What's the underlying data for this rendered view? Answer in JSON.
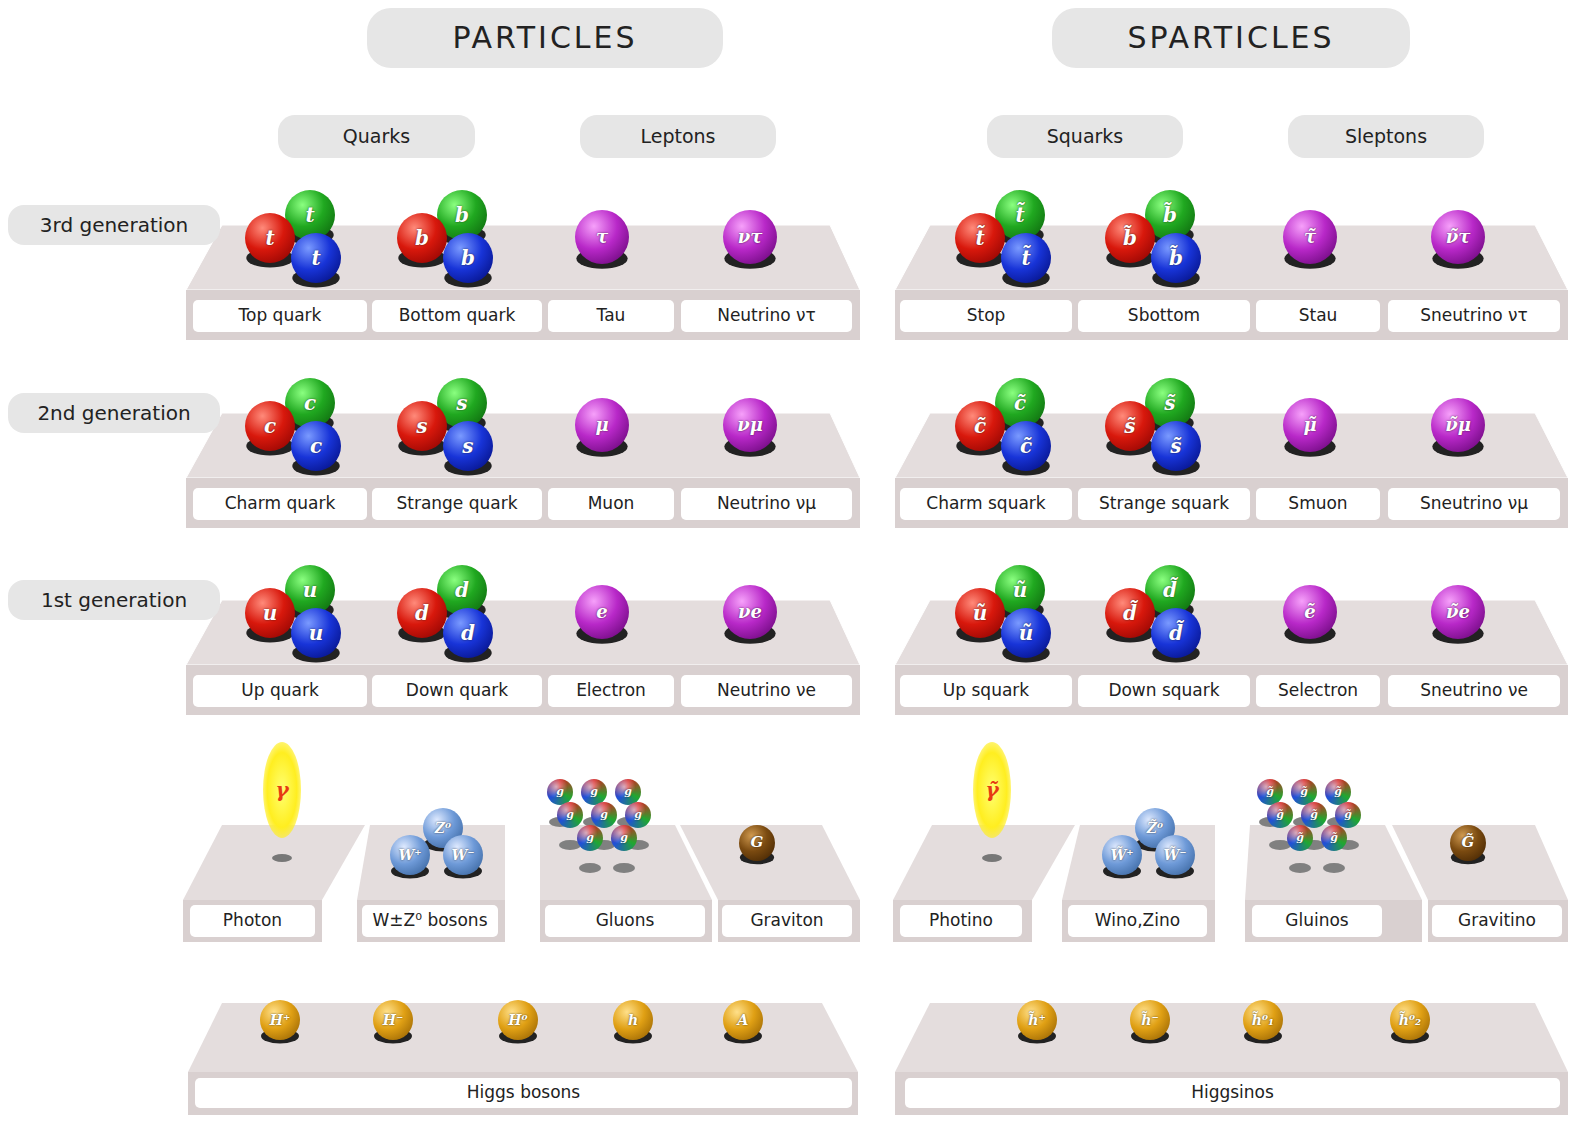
{
  "diagram": {
    "nodes": [
      {
        "text": [
          "PARTICLES"
        ]
      },
      {
        "text": [
          "SPARTICLES"
        ]
      },
      {
        "text": [
          "Quarks"
        ]
      },
      {
        "text": [
          "Leptons"
        ]
      },
      {
        "text": [
          "Squarks"
        ]
      },
      {
        "text": [
          "Sleptons"
        ]
      },
      {
        "text": [
          "3rd generation"
        ]
      },
      {
        "text": [
          "t"
        ]
      },
      {
        "text": [
          "t"
        ]
      },
      {
        "text": [
          "t"
        ]
      },
      {
        "text": [
          "b"
        ]
      },
      {
        "text": [
          "b"
        ]
      },
      {
        "text": [
          "b"
        ]
      },
      {
        "text": [
          "τ"
        ]
      },
      {
        "text": [
          "ντ"
        ]
      },
      {
        "text": [
          "t̃"
        ]
      },
      {
        "text": [
          "t̃"
        ]
      },
      {
        "text": [
          "t̃"
        ]
      },
      {
        "text": [
          "b̃"
        ]
      },
      {
        "text": [
          "b̃"
        ]
      },
      {
        "text": [
          "b̃"
        ]
      },
      {
        "text": [
          "τ̃"
        ]
      },
      {
        "text": [
          "ν̃τ"
        ]
      },
      {
        "text": [
          "Top quark"
        ]
      },
      {
        "text": [
          "Bottom quark"
        ]
      },
      {
        "text": [
          "Tau"
        ]
      },
      {
        "text": [
          "Neutrino ντ"
        ]
      },
      {
        "text": [
          "Stop"
        ]
      },
      {
        "text": [
          "Sbottom"
        ]
      },
      {
        "text": [
          "Stau"
        ]
      },
      {
        "text": [
          "Sneutrino ντ"
        ]
      },
      {
        "text": [
          "2nd generation"
        ]
      },
      {
        "text": [
          "c"
        ]
      },
      {
        "text": [
          "c"
        ]
      },
      {
        "text": [
          "c"
        ]
      },
      {
        "text": [
          "s"
        ]
      },
      {
        "text": [
          "s"
        ]
      },
      {
        "text": [
          "s"
        ]
      },
      {
        "text": [
          "μ"
        ]
      },
      {
        "text": [
          "νμ"
        ]
      },
      {
        "text": [
          "c̃"
        ]
      },
      {
        "text": [
          "c̃"
        ]
      },
      {
        "text": [
          "c̃"
        ]
      },
      {
        "text": [
          "s̃"
        ]
      },
      {
        "text": [
          "s̃"
        ]
      },
      {
        "text": [
          "s̃"
        ]
      },
      {
        "text": [
          "μ̃"
        ]
      },
      {
        "text": [
          "ν̃μ"
        ]
      },
      {
        "text": [
          "Charm quark"
        ]
      },
      {
        "text": [
          "Strange quark"
        ]
      },
      {
        "text": [
          "Muon"
        ]
      },
      {
        "text": [
          "Neutrino νμ"
        ]
      },
      {
        "text": [
          "Charm squark"
        ]
      },
      {
        "text": [
          "Strange squark"
        ]
      },
      {
        "text": [
          "Smuon"
        ]
      },
      {
        "text": [
          "Sneutrino νμ"
        ]
      },
      {
        "text": [
          "1st generation"
        ]
      },
      {
        "text": [
          "u"
        ]
      },
      {
        "text": [
          "u"
        ]
      },
      {
        "text": [
          "u"
        ]
      },
      {
        "text": [
          "d"
        ]
      },
      {
        "text": [
          "d"
        ]
      },
      {
        "text": [
          "d"
        ]
      },
      {
        "text": [
          "e"
        ]
      },
      {
        "text": [
          "νe"
        ]
      },
      {
        "text": [
          "ũ"
        ]
      },
      {
        "text": [
          "ũ"
        ]
      },
      {
        "text": [
          "ũ"
        ]
      },
      {
        "text": [
          "d̃"
        ]
      },
      {
        "text": [
          "d̃"
        ]
      },
      {
        "text": [
          "d̃"
        ]
      },
      {
        "text": [
          "ẽ"
        ]
      },
      {
        "text": [
          "ν̃e"
        ]
      },
      {
        "text": [
          "Up quark"
        ]
      },
      {
        "text": [
          "Down quark"
        ]
      },
      {
        "text": [
          "Electron"
        ]
      },
      {
        "text": [
          "Neutrino νe"
        ]
      },
      {
        "text": [
          "Up squark"
        ]
      },
      {
        "text": [
          "Down squark"
        ]
      },
      {
        "text": [
          "Selectron"
        ]
      },
      {
        "text": [
          "Sneutrino νe"
        ]
      },
      {
        "text": [
          "γ"
        ]
      },
      {
        "text": [
          "Z⁰"
        ]
      },
      {
        "text": [
          "W⁺"
        ]
      },
      {
        "text": [
          "W⁻"
        ]
      },
      {
        "text": [
          "g"
        ]
      },
      {
        "text": [
          "g"
        ]
      },
      {
        "text": [
          "g"
        ]
      },
      {
        "text": [
          "g"
        ]
      },
      {
        "text": [
          "g"
        ]
      },
      {
        "text": [
          "g"
        ]
      },
      {
        "text": [
          "g"
        ]
      },
      {
        "text": [
          "g"
        ]
      },
      {
        "text": [
          "G"
        ]
      },
      {
        "text": [
          "γ̃"
        ]
      },
      {
        "text": [
          "Z̃⁰"
        ]
      },
      {
        "text": [
          "W̃⁺"
        ]
      },
      {
        "text": [
          "W̃⁻"
        ]
      },
      {
        "text": [
          "g̃"
        ]
      },
      {
        "text": [
          "g̃"
        ]
      },
      {
        "text": [
          "g̃"
        ]
      },
      {
        "text": [
          "g̃"
        ]
      },
      {
        "text": [
          "g̃"
        ]
      },
      {
        "text": [
          "g̃"
        ]
      },
      {
        "text": [
          "g̃"
        ]
      },
      {
        "text": [
          "g̃"
        ]
      },
      {
        "text": [
          "G̃"
        ]
      },
      {
        "text": [
          "Photon"
        ]
      },
      {
        "text": [
          "W±Z⁰ bosons"
        ]
      },
      {
        "text": [
          "Gluons"
        ]
      },
      {
        "text": [
          "Graviton"
        ]
      },
      {
        "text": [
          "Photino"
        ]
      },
      {
        "text": [
          "Wino,Zino"
        ]
      },
      {
        "text": [
          "Gluinos"
        ]
      },
      {
        "text": [
          "Gravitino"
        ]
      },
      {
        "text": [
          "H⁺"
        ]
      },
      {
        "text": [
          "H⁻"
        ]
      },
      {
        "text": [
          "H⁰"
        ]
      },
      {
        "text": [
          "h"
        ]
      },
      {
        "text": [
          "A"
        ]
      },
      {
        "text": [
          "h̃⁺"
        ]
      },
      {
        "text": [
          "h̃⁻"
        ]
      },
      {
        "text": [
          "h̃⁰₁"
        ]
      },
      {
        "text": [
          "h̃⁰₂"
        ]
      },
      {
        "text": [
          "Higgs bosons"
        ]
      },
      {
        "text": [
          "Higgsinos"
        ]
      }
    ]
  }
}
